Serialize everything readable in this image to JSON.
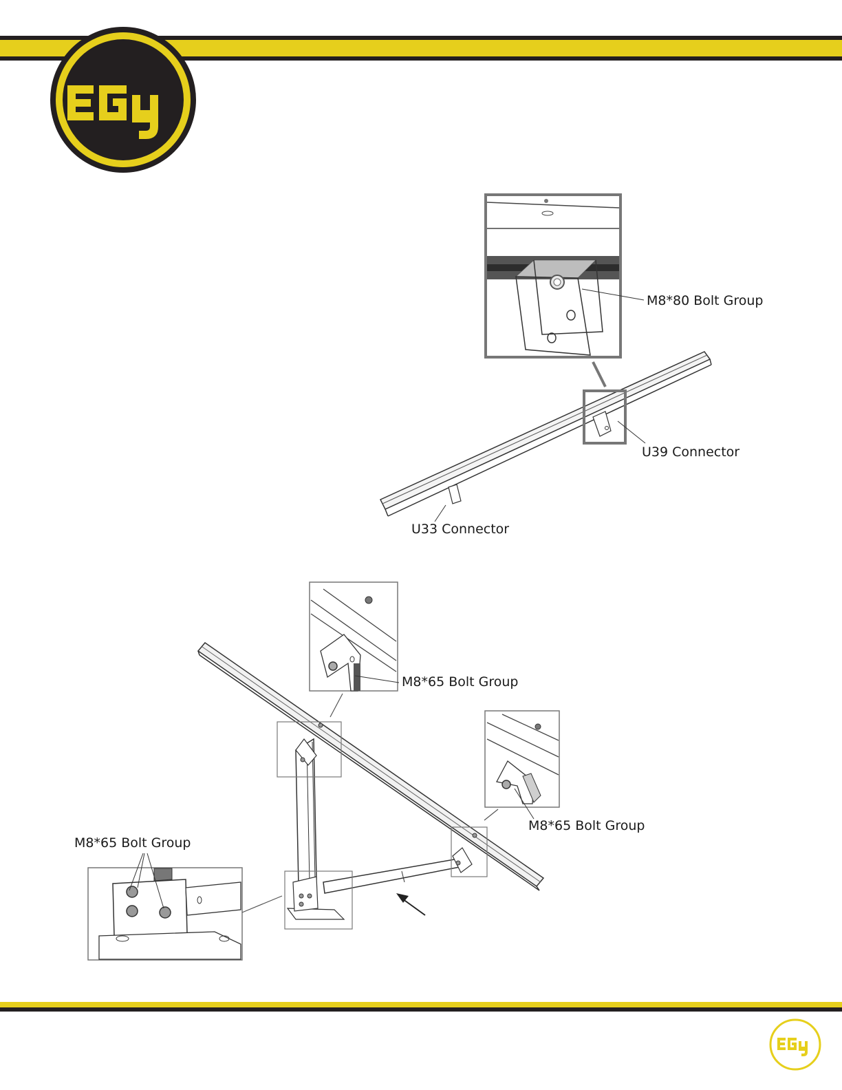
{
  "brand": {
    "logo_text": "EG4",
    "colors": {
      "yellow": "#e6cf1c",
      "dark": "#231f20"
    }
  },
  "figure_top": {
    "labels": {
      "bolt_group": "M8*80 Bolt Group",
      "u39": "U39 Connector",
      "u33": "U33 Connector"
    }
  },
  "figure_bottom": {
    "labels": {
      "bolt_group_upper": "M8*65 Bolt Group",
      "bolt_group_right": "M8*65 Bolt Group",
      "bolt_group_base": "M8*65 Bolt Group"
    }
  }
}
